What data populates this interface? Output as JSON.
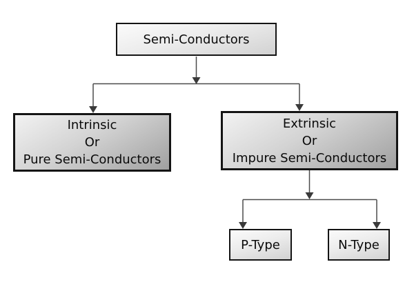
{
  "nodes": {
    "root": {
      "label": "Semi-Conductors"
    },
    "intrinsic": {
      "lines": [
        "Intrinsic",
        "Or",
        "Pure Semi-Conductors"
      ]
    },
    "extrinsic": {
      "lines": [
        "Extrinsic",
        "Or",
        "Impure Semi-Conductors"
      ]
    },
    "p_type": {
      "label": "P-Type"
    },
    "n_type": {
      "label": "N-Type"
    }
  },
  "colors": {
    "background": "#ffffff",
    "node_border": "#141414",
    "node_fill_light_start": "#fbfbfb",
    "node_fill_light_end": "#d2d2d2",
    "node_fill_shaded_start": "#f2f2f2",
    "node_fill_shaded_end": "#a0a0a0",
    "connector_line": "#4a4a4a",
    "arrowhead": "#3a3a3a",
    "text": "#0a0a0a"
  }
}
